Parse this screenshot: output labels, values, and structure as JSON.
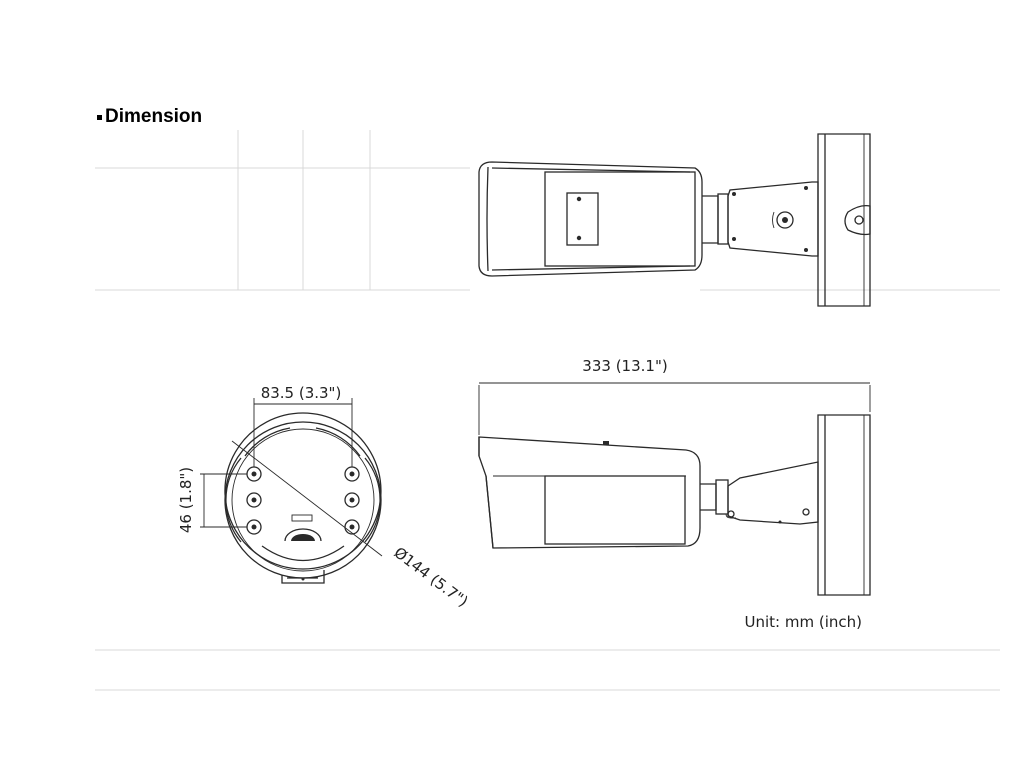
{
  "section": {
    "title": "Dimension"
  },
  "dimensions": {
    "length": "333 (13.1\")",
    "mount_hole_spacing_horizontal": "83.5 (3.3\")",
    "mount_hole_spacing_vertical": "46 (1.8\")",
    "base_diameter": "Ø144 (5.7\")"
  },
  "unit_note": "Unit: mm (inch)",
  "colors": {
    "line": "#2a2a2a",
    "background": "#ffffff"
  }
}
